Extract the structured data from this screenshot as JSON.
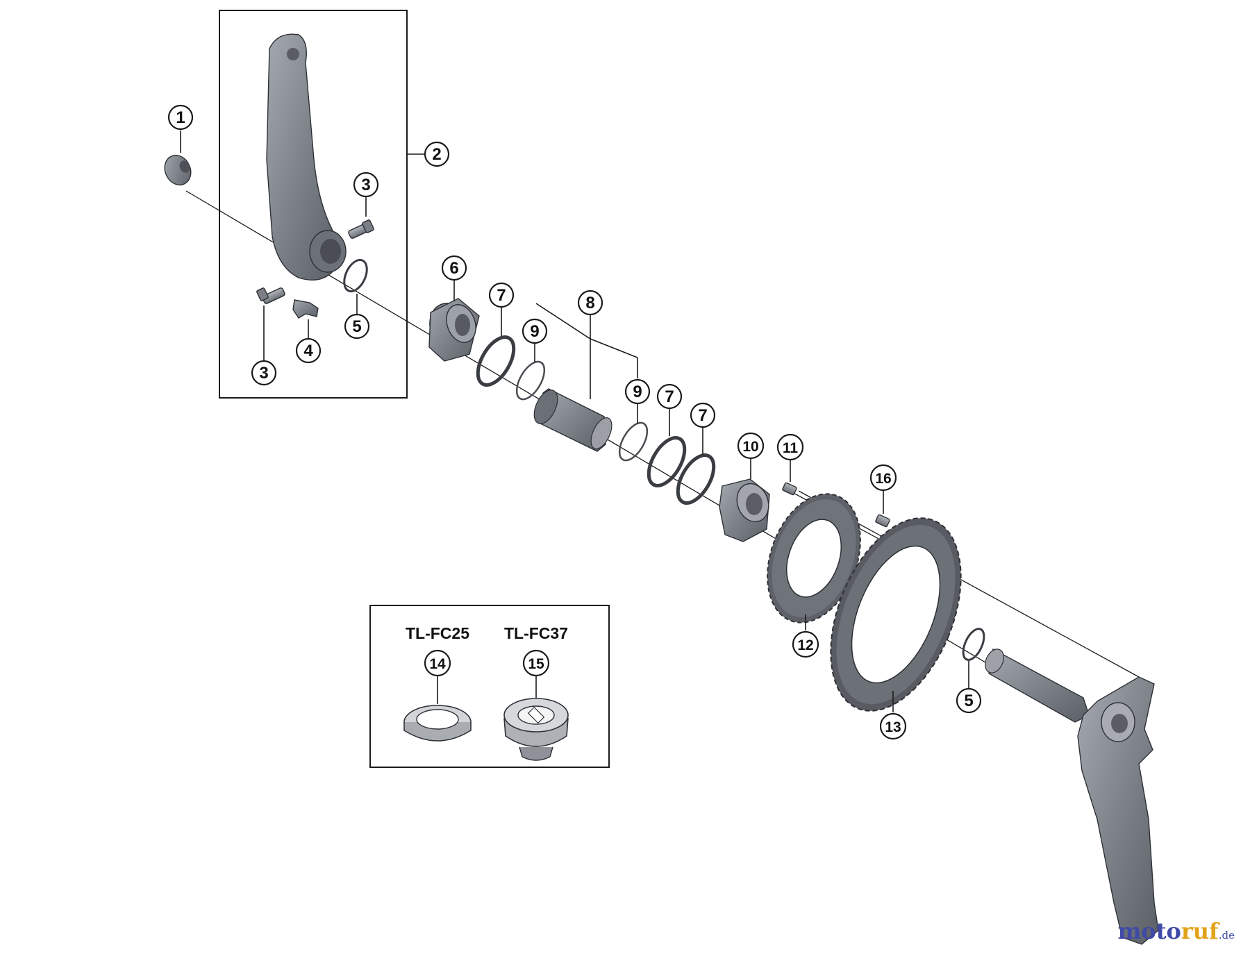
{
  "callouts": {
    "c1": "1",
    "c2": "2",
    "c3a": "3",
    "c3b": "3",
    "c4": "4",
    "c5a": "5",
    "c5b": "5",
    "c6": "6",
    "c7a": "7",
    "c7b": "7",
    "c7c": "7",
    "c8": "8",
    "c9a": "9",
    "c9b": "9",
    "c10": "10",
    "c11": "11",
    "c12": "12",
    "c13": "13",
    "c14": "14",
    "c15": "15",
    "c16": "16"
  },
  "tools": {
    "left_label": "TL-FC25",
    "right_label": "TL-FC37"
  },
  "watermark": {
    "part1": "moto",
    "part2": "ruf",
    "suffix": ".de"
  },
  "colors": {
    "part_fill": "#8c9097",
    "part_dark": "#5d6168",
    "line": "#1a1a1a",
    "watermark_blue": "#3f4aa8",
    "watermark_orange": "#e2a21a"
  }
}
